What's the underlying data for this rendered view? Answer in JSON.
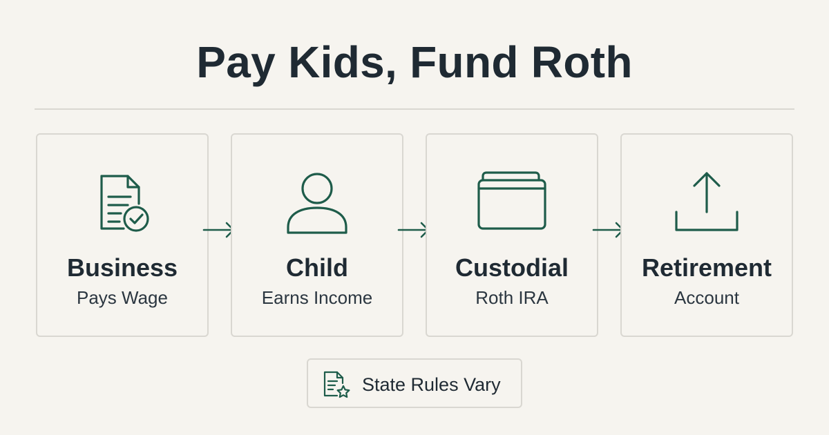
{
  "title": "Pay Kids, Fund Roth",
  "accent_color": "#1e5c4a",
  "steps": [
    {
      "icon": "document-check-icon",
      "heading": "Business",
      "subtitle": "Pays Wage"
    },
    {
      "icon": "person-icon",
      "heading": "Child",
      "subtitle": "Earns Income"
    },
    {
      "icon": "folder-icon",
      "heading": "Custodial",
      "subtitle": "Roth IRA"
    },
    {
      "icon": "upload-icon",
      "heading": "Retirement",
      "subtitle": "Account"
    }
  ],
  "note": {
    "icon": "document-star-icon",
    "text": "State Rules Vary"
  }
}
